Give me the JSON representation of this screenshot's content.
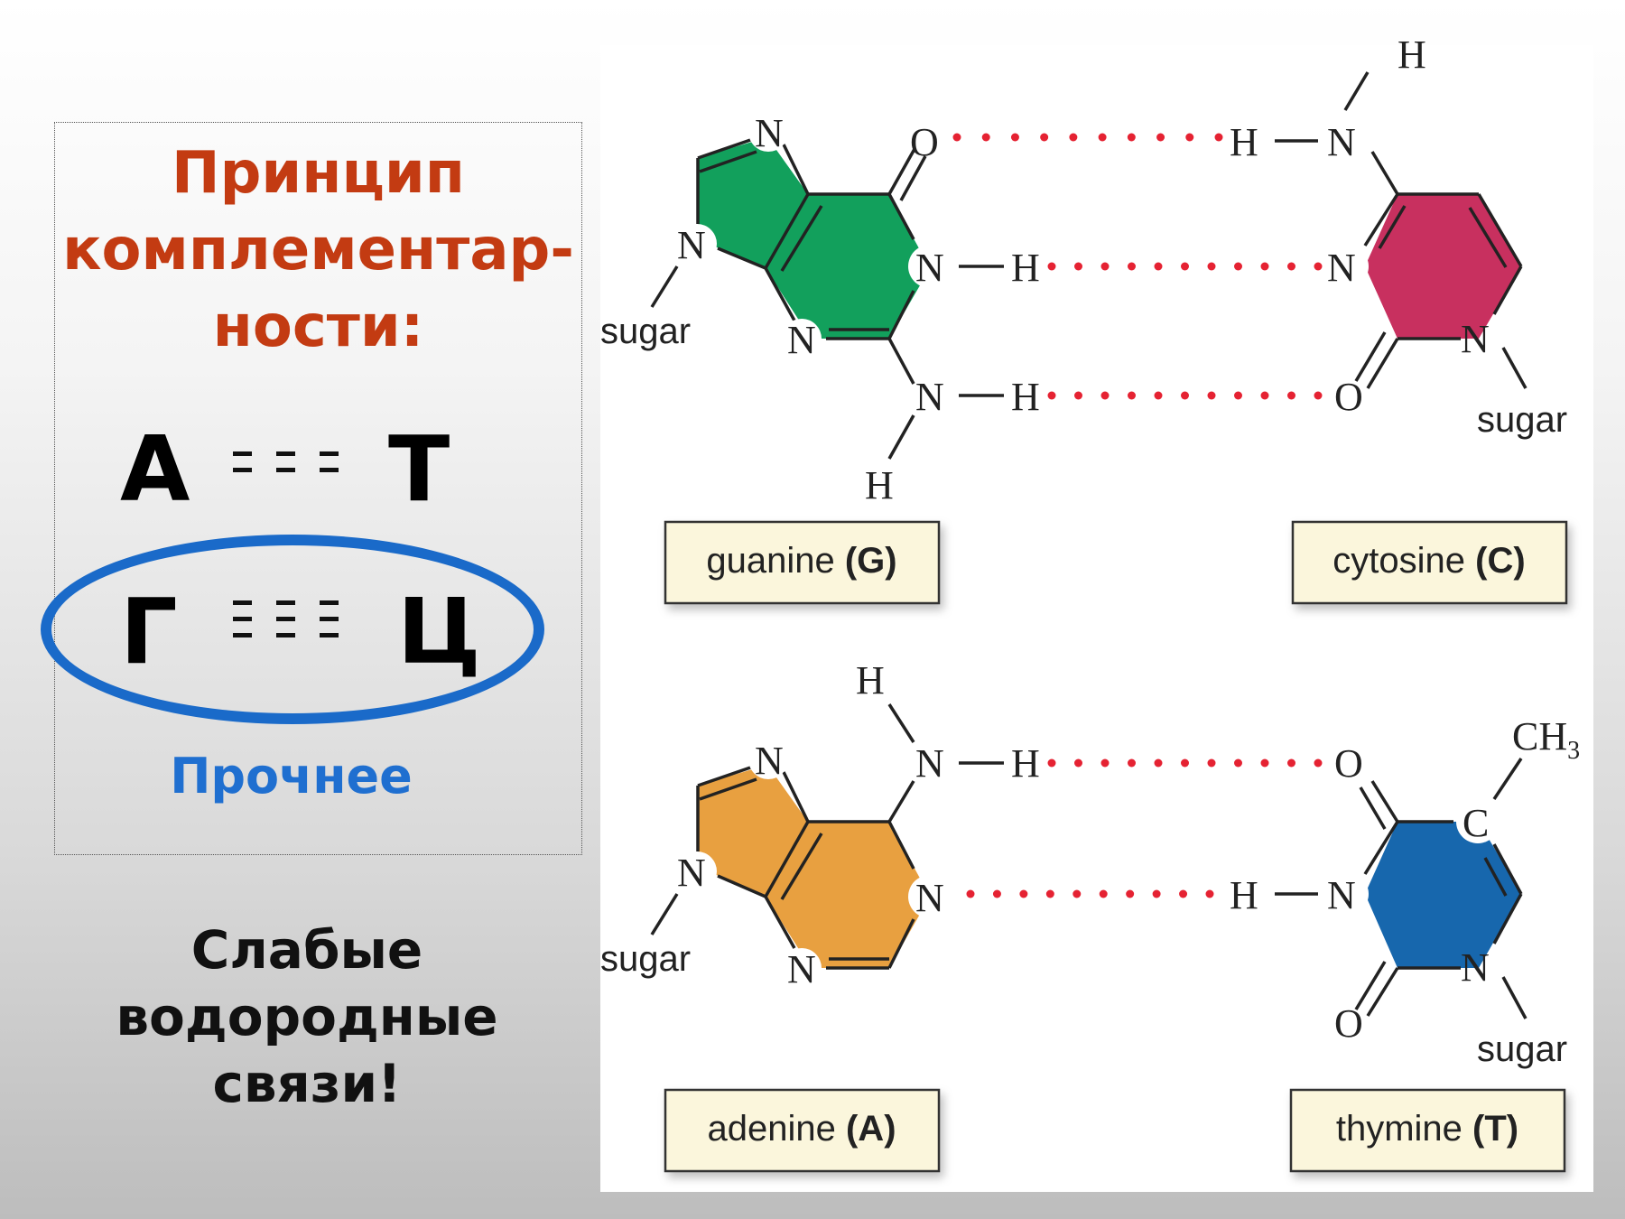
{
  "left_panel": {
    "title_lines": [
      "Принцип",
      "комплементар-",
      "ности:"
    ],
    "pair_at": {
      "left": "А",
      "right": "Т"
    },
    "pair_gc": {
      "left": "Г",
      "right": "Ц"
    },
    "stronger_label": "Прочнее",
    "weak_bonds_lines": [
      "Слабые",
      "водородные",
      "связи!"
    ]
  },
  "diagram": {
    "atoms": {
      "N": "N",
      "H": "H",
      "O": "O",
      "C": "C",
      "CH3": "CH",
      "CH3_sub": "3"
    },
    "sugar_label": "sugar",
    "names": {
      "guanine": {
        "name": "guanine",
        "code": "(G)"
      },
      "cytosine": {
        "name": "cytosine",
        "code": "(C)"
      },
      "adenine": {
        "name": "adenine",
        "code": "(A)"
      },
      "thymine": {
        "name": "thymine",
        "code": "(T)"
      }
    },
    "colors": {
      "guanine": "#12a05c",
      "cytosine": "#c8305f",
      "adenine": "#e8a040",
      "thymine": "#1767ad",
      "hbond": "#e52232",
      "name_box": "#fbf6dc"
    }
  }
}
